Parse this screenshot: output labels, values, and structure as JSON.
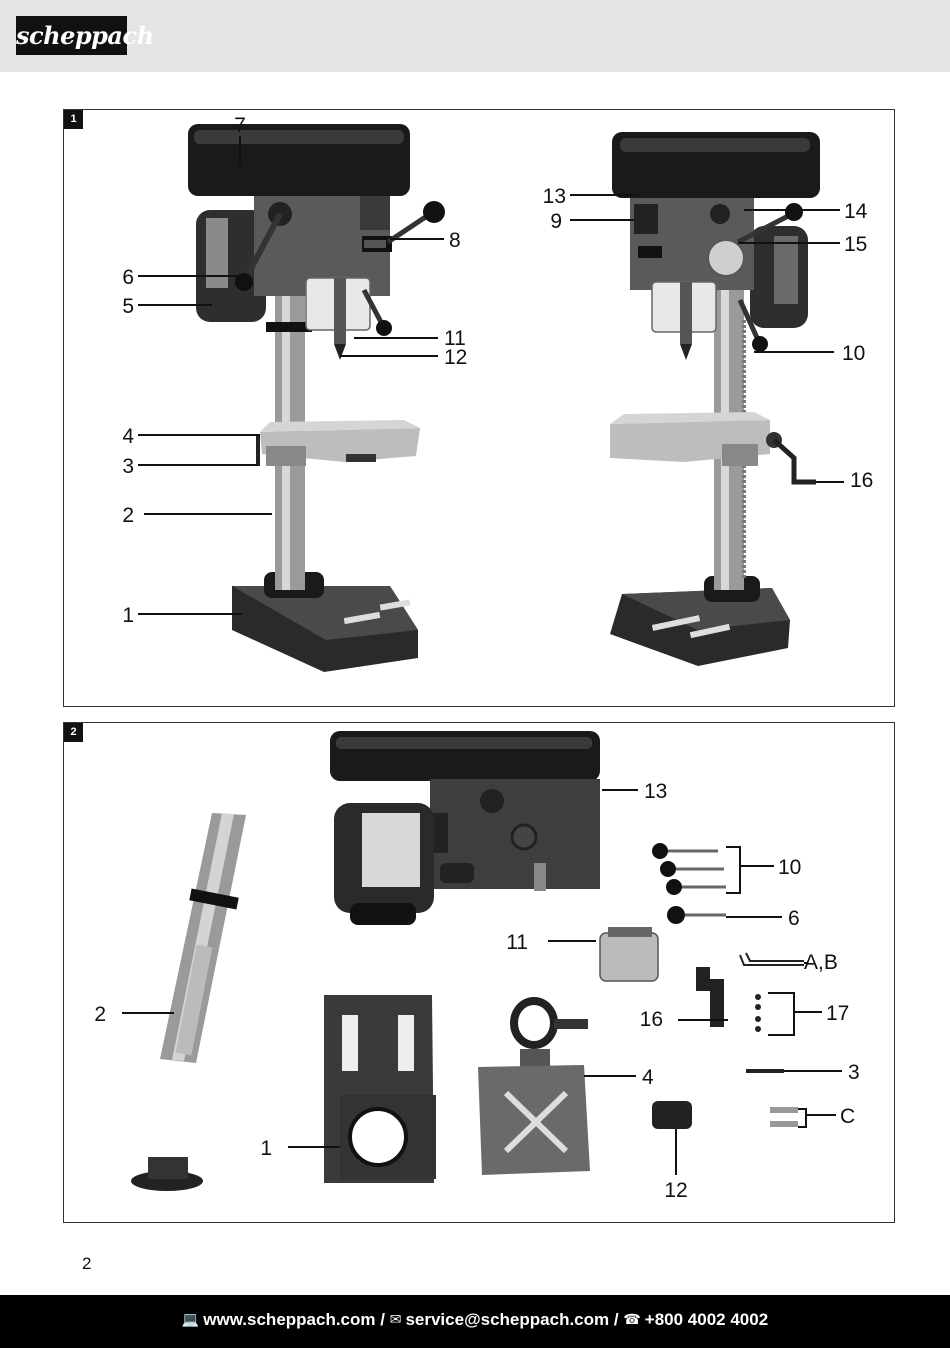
{
  "header": {
    "brand": "scheppach"
  },
  "figure1": {
    "number": "1",
    "labels": [
      "7",
      "6",
      "5",
      "4",
      "3",
      "2",
      "1",
      "8",
      "11",
      "12",
      "13",
      "9",
      "14",
      "15",
      "10",
      "16"
    ]
  },
  "figure2": {
    "number": "2",
    "labels": [
      "13",
      "10",
      "6",
      "11",
      "A,B",
      "17",
      "2",
      "16",
      "4",
      "3",
      "1",
      "C",
      "12"
    ]
  },
  "page": {
    "number": "2"
  },
  "footer": {
    "website": "www.scheppach.com",
    "separator": "/",
    "email": "service@scheppach.com",
    "phone": "+800 4002 4002",
    "website_icon": "computer-icon",
    "email_icon": "envelope-icon",
    "phone_icon": "telephone-icon"
  },
  "colors": {
    "header_bg": "#e4e4e4",
    "footer_bg": "#000000",
    "accent": "#111111"
  }
}
